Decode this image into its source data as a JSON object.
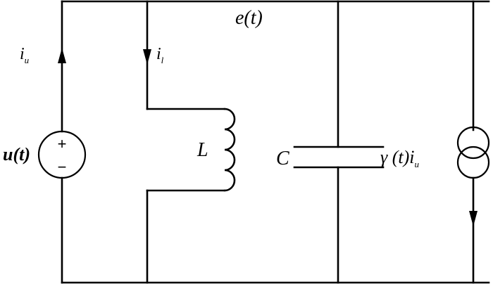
{
  "labels": {
    "node_voltage": "e(t)",
    "source_current": {
      "main": "i",
      "sub": "u"
    },
    "inductor_current": {
      "main": "i",
      "sub": "l"
    },
    "voltage_source": "u(t)",
    "inductor": "L",
    "capacitor": "C",
    "dependent_source": {
      "coef": "γ (t)i",
      "sub": "u"
    },
    "plus_sign": "+",
    "minus_sign": "−"
  }
}
